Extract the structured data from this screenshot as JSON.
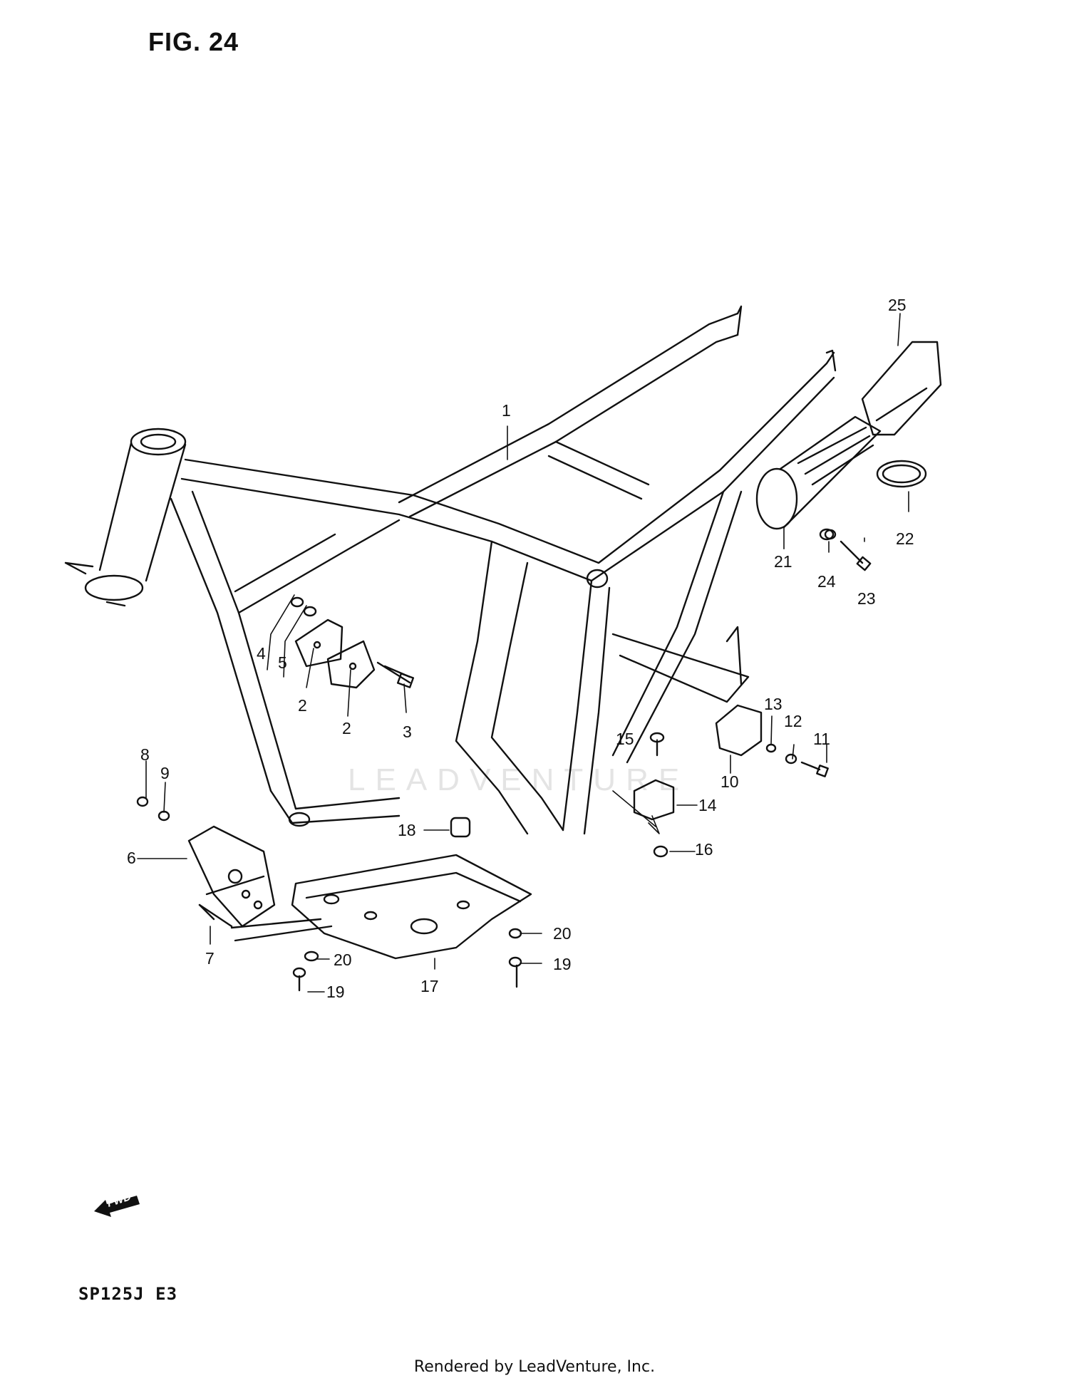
{
  "figure": {
    "title": "FIG. 24",
    "model": "SP125J  E3"
  },
  "footer": {
    "text": "Rendered by LeadVenture, Inc."
  },
  "watermark": {
    "text": "LEADVENTURE"
  },
  "direction_arrow": {
    "label": "FWD"
  },
  "callouts": [
    {
      "id": "c1",
      "label": "1"
    },
    {
      "id": "c2a",
      "label": "2"
    },
    {
      "id": "c2b",
      "label": "2"
    },
    {
      "id": "c3",
      "label": "3"
    },
    {
      "id": "c4",
      "label": "4"
    },
    {
      "id": "c5",
      "label": "5"
    },
    {
      "id": "c6",
      "label": "6"
    },
    {
      "id": "c7",
      "label": "7"
    },
    {
      "id": "c8",
      "label": "8"
    },
    {
      "id": "c9",
      "label": "9"
    },
    {
      "id": "c10",
      "label": "10"
    },
    {
      "id": "c11",
      "label": "11"
    },
    {
      "id": "c12",
      "label": "12"
    },
    {
      "id": "c13",
      "label": "13"
    },
    {
      "id": "c14",
      "label": "14"
    },
    {
      "id": "c15",
      "label": "15"
    },
    {
      "id": "c16",
      "label": "16"
    },
    {
      "id": "c17",
      "label": "17"
    },
    {
      "id": "c18",
      "label": "18"
    },
    {
      "id": "c19a",
      "label": "19"
    },
    {
      "id": "c19b",
      "label": "19"
    },
    {
      "id": "c20a",
      "label": "20"
    },
    {
      "id": "c20b",
      "label": "20"
    },
    {
      "id": "c21",
      "label": "21"
    },
    {
      "id": "c22",
      "label": "22"
    },
    {
      "id": "c23",
      "label": "23"
    },
    {
      "id": "c24",
      "label": "24"
    },
    {
      "id": "c25",
      "label": "25"
    }
  ]
}
